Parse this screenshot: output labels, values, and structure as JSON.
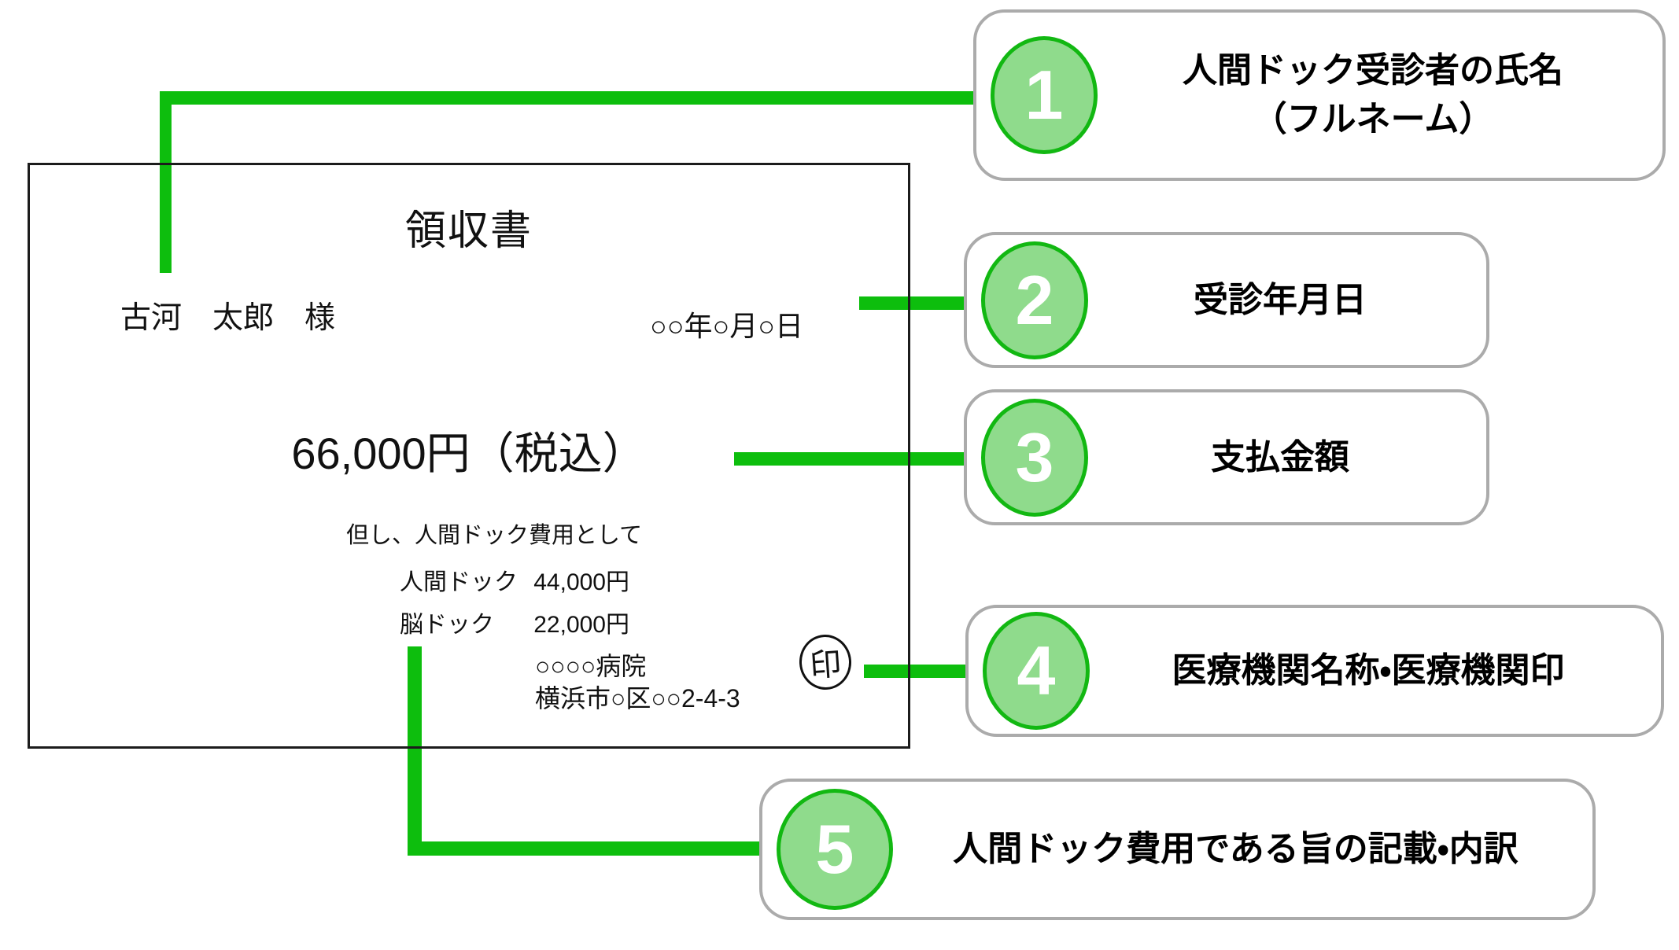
{
  "receipt": {
    "title": "領収書",
    "payer_name": "古河　太郎　様",
    "date": "○○年○月○日",
    "amount": "66,000円（税込）",
    "note": "但し、人間ドック費用として",
    "breakdown": [
      {
        "label": "人間ドック",
        "value": "44,000円"
      },
      {
        "label": "脳ドック",
        "value": "22,000円"
      }
    ],
    "hospital_name": "○○○○病院",
    "hospital_address": "横浜市○区○○2-4-3",
    "seal_text": "印"
  },
  "callouts": [
    {
      "number": "1",
      "label": "人間ドック受診者の氏名",
      "sublabel": "（フルネーム）"
    },
    {
      "number": "2",
      "label": "受診年月日"
    },
    {
      "number": "3",
      "label": "支払金額"
    },
    {
      "number": "4",
      "label": "医療機関名称・医療機関印"
    },
    {
      "number": "5",
      "label": "人間ドック費用である旨の記載・内訳"
    }
  ],
  "colors": {
    "connector_green": "#0DBE0D",
    "badge_fill": "#8FDB8C",
    "badge_border": "#12B812",
    "callout_border": "#ABABAB",
    "text_black": "#000000"
  }
}
